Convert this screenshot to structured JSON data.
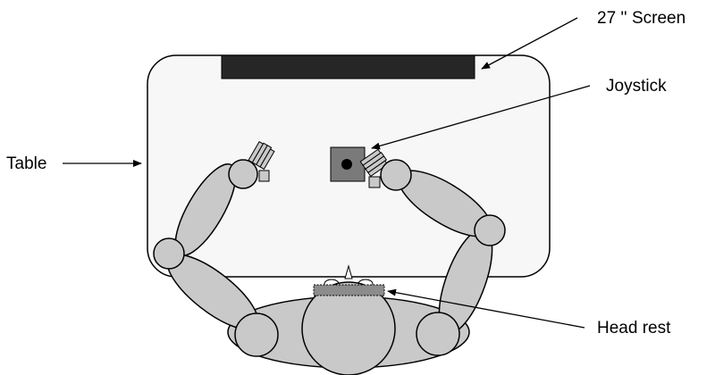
{
  "labels": {
    "screen": "27 '' Screen",
    "joystick": "Joystick",
    "table": "Table",
    "head_rest": "Head rest"
  },
  "colors": {
    "table_fill": "#f7f7f7",
    "screen_fill": "#262626",
    "body_fill": "#c9c9c9",
    "joystick_base": "#7a7a7a",
    "head_rest": "#8c8c8c",
    "outline": "#000000"
  }
}
